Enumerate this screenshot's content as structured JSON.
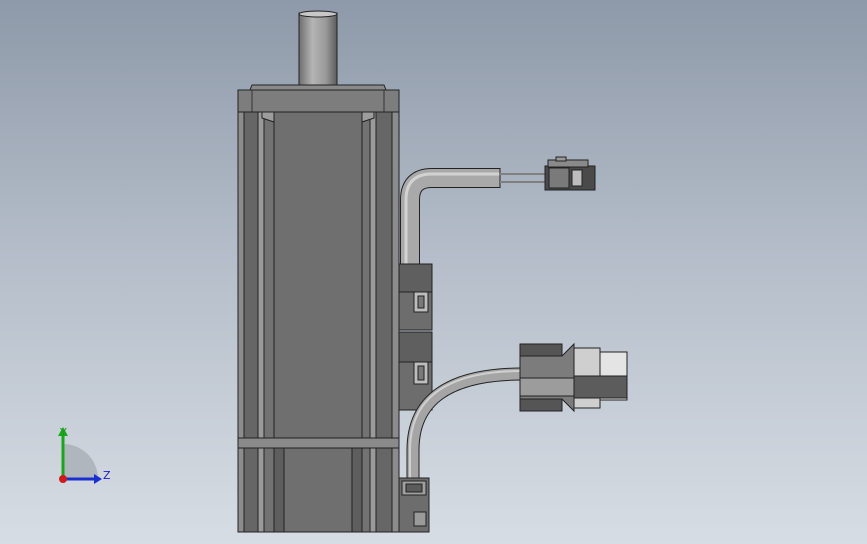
{
  "viewport": {
    "background_top": "#8e99a9",
    "background_bottom": "#d7dde4",
    "model_part": "servo-motor-with-encoder-and-power-cables"
  },
  "triad": {
    "y_label": "Y",
    "z_label": "Z",
    "colors": {
      "y": "#1aa61a",
      "z": "#1a2fd0",
      "x": "#d01a1a"
    }
  }
}
